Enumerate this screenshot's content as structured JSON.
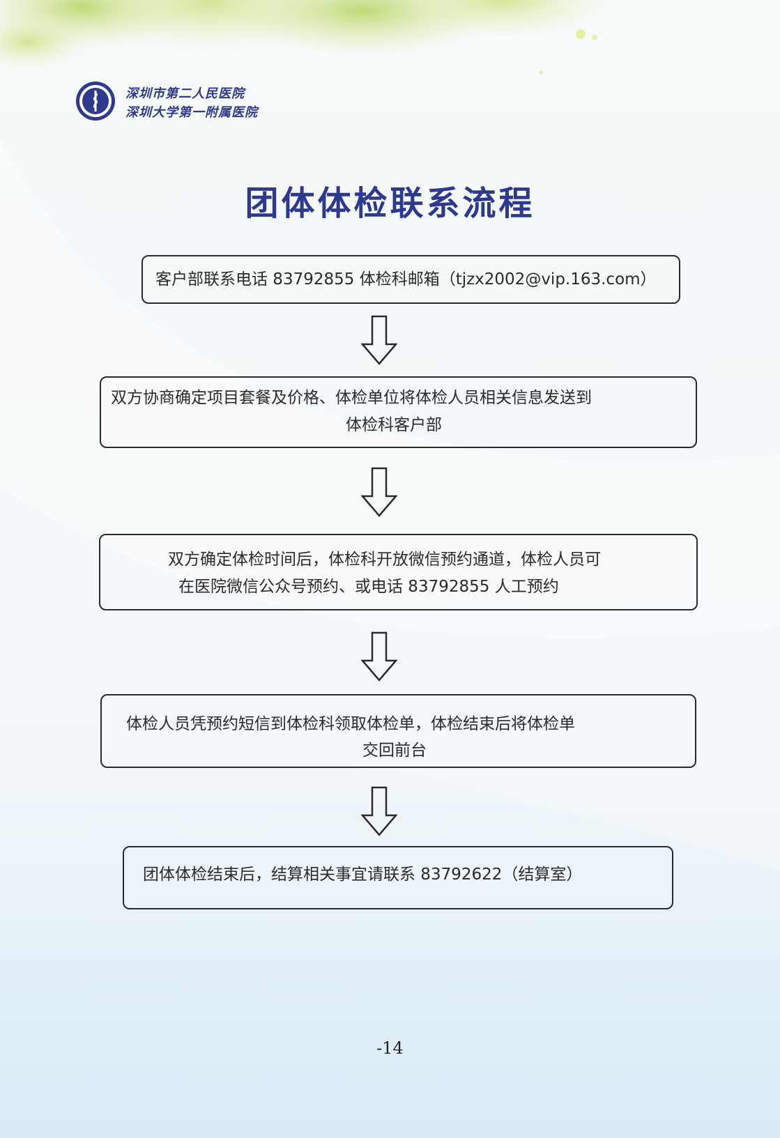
{
  "header": {
    "logo_line1": "深圳市第二人民医院",
    "logo_line2": "深圳大学第一附属医院",
    "logo_icon": "hospital-seal-icon"
  },
  "title": "团体体检联系流程",
  "flow_steps": [
    {
      "lines": [
        "客户部联系电话 83792855 体检科邮箱（tjzx2002@vip.163.com）"
      ]
    },
    {
      "lines": [
        "双方协商确定项目套餐及价格、体检单位将体检人员相关信息发送到",
        "体检科客户部"
      ]
    },
    {
      "lines": [
        "双方确定体检时间后，体检科开放微信预约通道，体检人员可",
        "在医院微信公众号预约、或电话 83792855 人工预约"
      ]
    },
    {
      "lines": [
        "体检人员凭预约短信到体检科领取体检单，体检结束后将体检单",
        "交回前台"
      ]
    },
    {
      "lines": [
        "团体体检结束后，结算相关事宜请联系 83792622（结算室）"
      ]
    }
  ],
  "arrow_icon": "down-arrow-icon",
  "page_number": "-14",
  "colors": {
    "title": "#2d3990",
    "logo": "#2f3a8f",
    "box_border": "#2a2a2a",
    "leaf_green": "#b8d66a"
  }
}
